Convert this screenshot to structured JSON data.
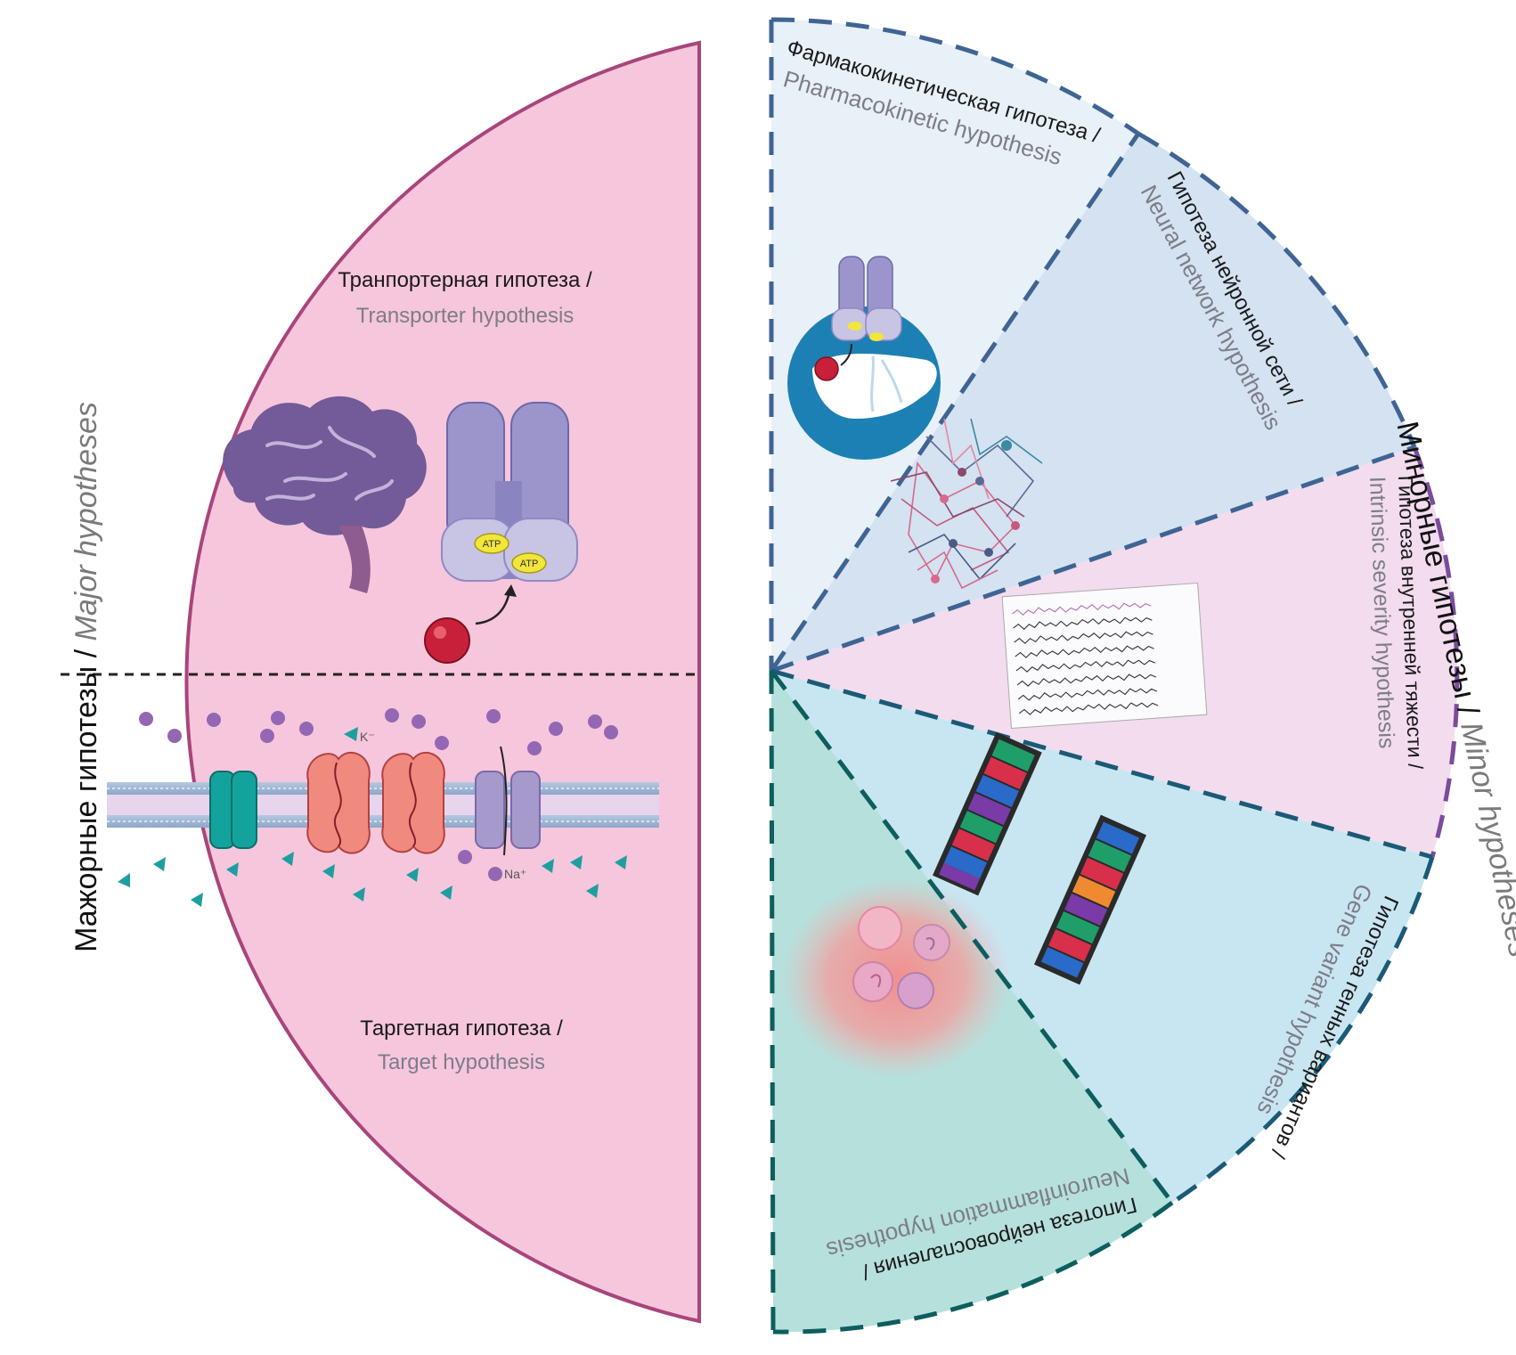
{
  "major": {
    "side_title_ru": "Мажорные гипотезы / ",
    "side_title_en": "Major hypotheses",
    "transporter_ru": "Транпортерная гипотеза /",
    "transporter_en": "Transporter hypothesis",
    "target_ru": "Таргетная гипотеза /",
    "target_en": "Target hypothesis",
    "atp_label_1": "ATP",
    "atp_label_2": "ATP",
    "k_label": "K⁻",
    "na_label": "Na⁺"
  },
  "minor": {
    "side_title_ru": "Минорные гипотезы / ",
    "side_title_en": "Minor hypotheses",
    "pharmacokinetic_ru": "Фармакокинетическая гипотеза /",
    "pharmacokinetic_en": "Pharmacokinetic hypothesis",
    "neural_ru": "Гипотеза нейронной сети /",
    "neural_en": "Neural network hypothesis",
    "intrinsic_ru": "Гипотеза внутренней тяжести /",
    "intrinsic_en": "Intrinsic severity hypothesis",
    "gene_ru": "Гипотеза генных вариантов /",
    "gene_en": "Gene variant hypothesis",
    "neuroinflammation_ru": "Гипотеза нейровоспаления /",
    "neuroinflammation_en": "Neuroinflammation hypothesis"
  },
  "colors": {
    "major_fill": "#f6c6dc",
    "major_stroke": "#a8457a",
    "pharmacokinetic_fill": "#e8f0f8",
    "neural_fill": "#d4e2f2",
    "intrinsic_fill": "#f2dcee",
    "gene_fill": "#c8e6f2",
    "neuroinflammation_fill": "#b6e0dc",
    "dash_blue": "#3f6494",
    "dash_purple": "#7a4c9c",
    "dash_teal": "#0d5e5e",
    "brain": "#735a98",
    "transporter": "#9b95cc",
    "atp": "#f2e53c",
    "ball": "#c8203a",
    "ion": "#9467b4",
    "triangle": "#1f9ea0",
    "liver_bg": "#1d80b4"
  },
  "icons": [
    "brain-icon",
    "abc-transporter-icon",
    "drug-molecule-icon",
    "ion-channel-icon",
    "liver-icon",
    "neuron-network-icon",
    "eeg-icon",
    "dna-icon",
    "inflammation-cells-icon"
  ]
}
